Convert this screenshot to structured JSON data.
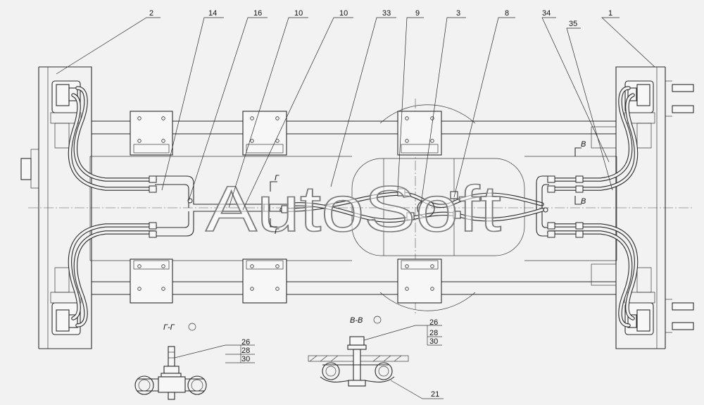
{
  "watermark": "AutoSoft",
  "callouts": {
    "c2": "2",
    "c14": "14",
    "c16": "16",
    "c10a": "10",
    "c10b": "10",
    "c33": "33",
    "c9": "9",
    "c3": "3",
    "c8": "8",
    "c34": "34",
    "c35": "35",
    "c1": "1",
    "c21": "21"
  },
  "sections": {
    "gg_title": "Г-Г",
    "vv_title": "В-В",
    "gg_marker": "Г",
    "vv_marker": "В"
  },
  "section_gg_labels": {
    "a": "26",
    "b": "28",
    "c": "30"
  },
  "section_vv_labels": {
    "a": "26",
    "b": "28",
    "c": "30"
  }
}
